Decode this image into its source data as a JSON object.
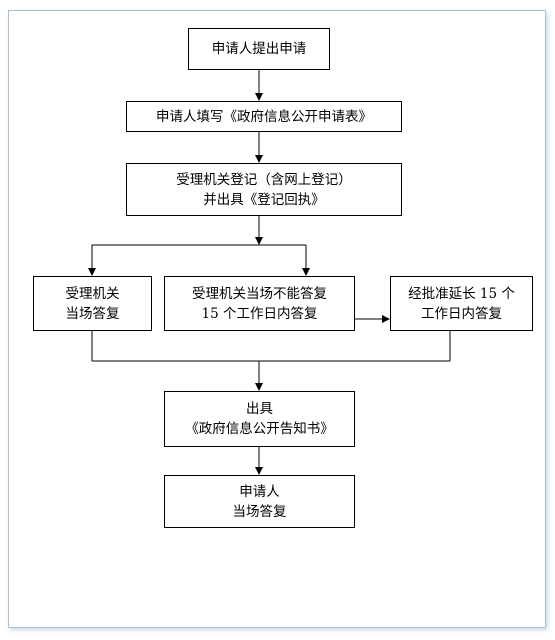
{
  "flowchart": {
    "step_submit": {
      "line1": "申请人提出申请"
    },
    "step_fill_form": {
      "line1": "申请人填写《政府信息公开申请表》"
    },
    "step_register": {
      "line1": "受理机关登记（含网上登记）",
      "line2": "并出具《登记回执》"
    },
    "step_immediate": {
      "line1": "受理机关",
      "line2": "当场答复"
    },
    "step_15days": {
      "line1": "受理机关当场不能答复",
      "line2": "15 个工作日内答复"
    },
    "step_extension": {
      "line1": "经批准延长 15 个",
      "line2": "工作日内答复"
    },
    "step_notice": {
      "line1": "出具",
      "line2": "《政府信息公开告知书》"
    },
    "step_reply": {
      "line1": "申请人",
      "line2": "当场答复"
    }
  },
  "colors": {
    "line": "#000000",
    "frame_border": "#a8c0d8"
  }
}
